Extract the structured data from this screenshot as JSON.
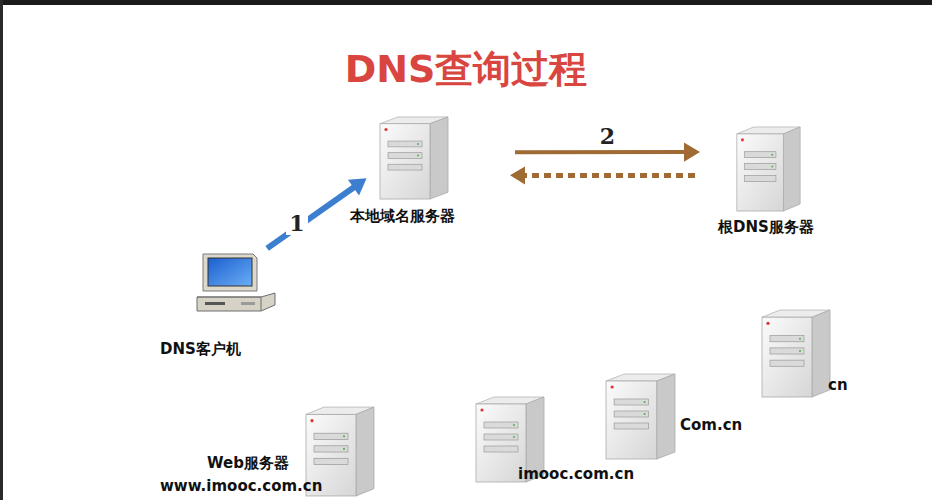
{
  "diagram": {
    "title": "DNS查询过程",
    "nodes": [
      {
        "text": [
          "本地域名服务器"
        ]
      },
      {
        "text": [
          "根DNS服务器"
        ]
      },
      {
        "text": [
          "DNS客户机"
        ]
      },
      {
        "text": [
          "cn"
        ]
      },
      {
        "text": [
          "Com.cn"
        ]
      },
      {
        "text": [
          "imooc.com.cn"
        ]
      },
      {
        "text": [
          "Web服务器",
          "www.imooc.com.cn"
        ]
      }
    ],
    "edges": [
      {
        "from": 2,
        "to": 0,
        "label": "1",
        "arrow": "to"
      },
      {
        "from": 0,
        "to": 1,
        "label": "2",
        "arrow": "to"
      },
      {
        "from": 1,
        "to": 0,
        "arrow": "to"
      }
    ]
  }
}
